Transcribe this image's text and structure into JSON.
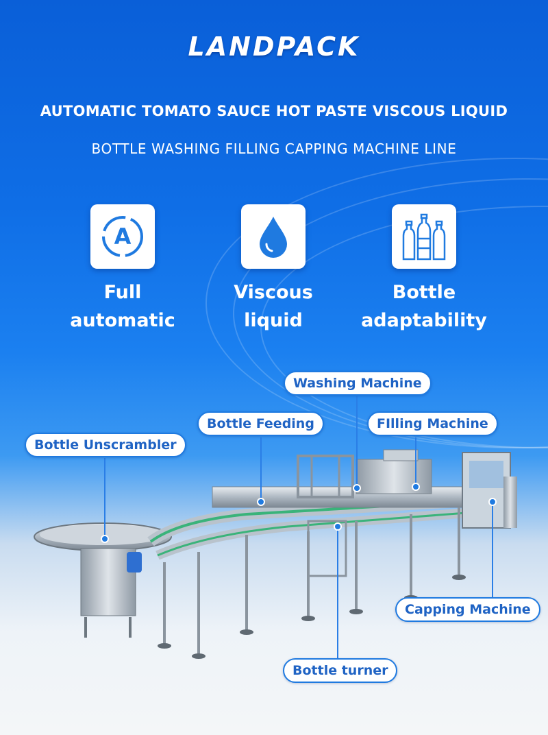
{
  "brand": {
    "logo": "LANDPACK"
  },
  "headline": {
    "line1": "AUTOMATIC TOMATO SAUCE HOT PASTE VISCOUS LIQUID",
    "line2": "BOTTLE WASHING FILLING CAPPING MACHINE LINE"
  },
  "features": [
    {
      "icon": "automatic-a-icon",
      "line1": "Full",
      "line2": "automatic"
    },
    {
      "icon": "water-drop-icon",
      "line1": "Viscous",
      "line2": "liquid"
    },
    {
      "icon": "bottles-icon",
      "line1": "Bottle",
      "line2": "adaptability"
    }
  ],
  "callouts": {
    "washing": "Washing Machine",
    "feeding": "Bottle Feeding",
    "filling": "FIlling Machine",
    "unscrambler": "Bottle Unscrambler",
    "capping": "Capping Machine",
    "turner": "Bottle turner"
  },
  "colors": {
    "background_top": "#0a5fd8",
    "accent": "#1f7ae0",
    "label_text": "#1f63c4"
  }
}
